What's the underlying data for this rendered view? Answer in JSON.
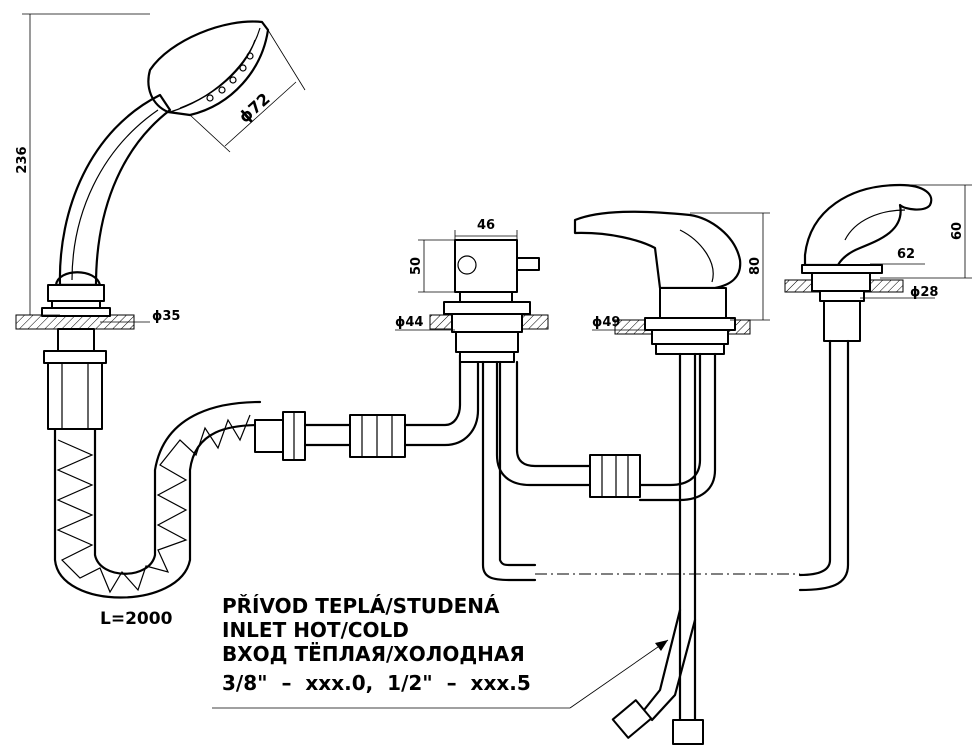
{
  "dimensions": {
    "shower_height": "236",
    "shower_head_dia": "ϕ72",
    "shower_base_dia": "ϕ35",
    "hose_length": "L=2000",
    "diverter_width": "46",
    "diverter_height": "50",
    "diverter_dia": "ϕ44",
    "mixer_height": "80",
    "mixer_dia": "ϕ49",
    "spout_height": "60",
    "spout_reach": "62",
    "spout_dia": "ϕ28"
  },
  "note": {
    "line1": "PŘÍVOD TEPLÁ/STUDENÁ",
    "line2": "INLET HOT/COLD",
    "line3": "ВХОД ТЁПЛАЯ/ХОЛОДНАЯ",
    "line4": "3/8\"  –  xxx.0,  1/2\"  –  xxx.5"
  }
}
